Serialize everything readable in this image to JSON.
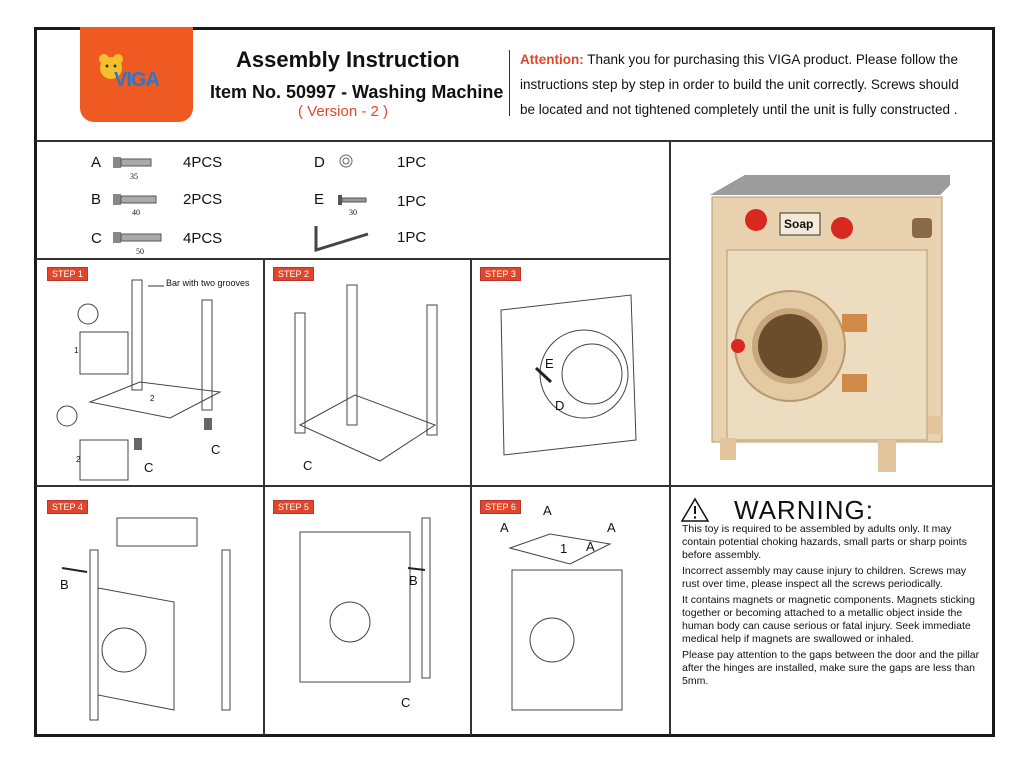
{
  "header": {
    "brand": "VIGA",
    "title": "Assembly Instruction",
    "item": "Item No. 50997 - Washing Machine",
    "version": "( Version - 2 )",
    "attention_label": "Attention:",
    "attention_text": "Thank you for purchasing this VIGA product. Please follow the instructions step by step in order to build the unit correctly. Screws should be located and not tightened completely until the unit is fully constructed ."
  },
  "parts": [
    {
      "letter": "A",
      "qty": "4PCS",
      "dim": "35"
    },
    {
      "letter": "B",
      "qty": "2PCS",
      "dim": "40"
    },
    {
      "letter": "C",
      "qty": "4PCS",
      "dim": "50"
    },
    {
      "letter": "D",
      "qty": "1PC"
    },
    {
      "letter": "E",
      "qty": "1PC",
      "dim": "30"
    },
    {
      "letter": "",
      "qty": "1PC"
    }
  ],
  "product": {
    "soap_label": "Soap"
  },
  "steps": {
    "s1": {
      "label": "STEP 1",
      "note": "Bar with two grooves",
      "panel1": "1",
      "panel2": "2",
      "base": "2",
      "c1": "C",
      "c2": "C"
    },
    "s2": {
      "label": "STEP 2",
      "c": "C"
    },
    "s3": {
      "label": "STEP 3",
      "e": "E",
      "d": "D"
    },
    "s4": {
      "label": "STEP 4",
      "b": "B"
    },
    "s5": {
      "label": "STEP 5",
      "b": "B",
      "c": "C"
    },
    "s6": {
      "label": "STEP 6",
      "a1": "A",
      "a2": "A",
      "a3": "A",
      "a4": "A",
      "num": "1"
    }
  },
  "warning": {
    "title": "WARNING:",
    "p1": "This toy is required to be assembled by adults only. It may contain potential choking hazards, small parts or sharp points before assembly.",
    "p2": "Incorrect assembly may cause injury to children. Screws may rust over time, please inspect all the screws periodically.",
    "p3": "It contains magnets or magnetic components. Magnets sticking together or becoming attached to a metallic object inside the human body can cause serious or fatal injury. Seek immediate medical help if magnets are swallowed or inhaled.",
    "p4": "Please pay attention to the gaps between the door and the pillar after the hinges are installed, make sure the gaps are less than 5mm."
  },
  "colors": {
    "accent": "#e2462a",
    "logo_bg": "#ee5a22",
    "brand_blue": "#2b78c8",
    "wood": "#e8d2b0"
  }
}
